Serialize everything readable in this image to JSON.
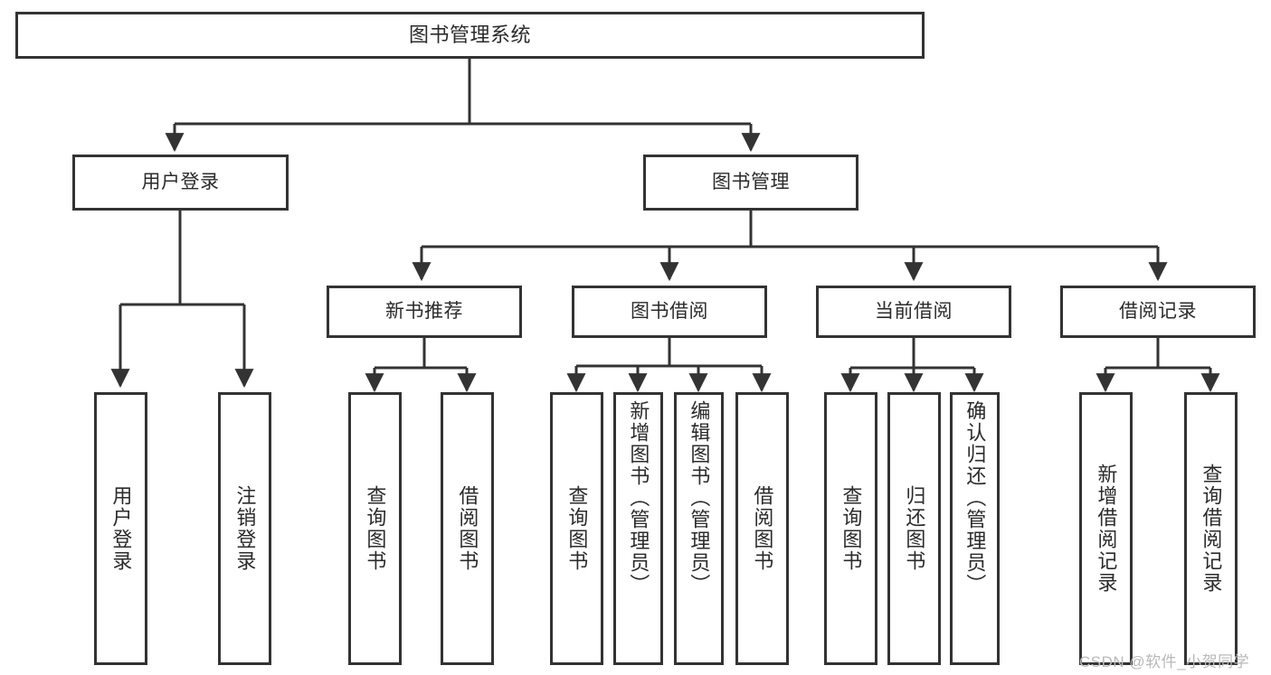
{
  "diagram": {
    "title": "图书管理系统",
    "type": "tree",
    "orientation": "top-down",
    "colors": {
      "background": "#ffffff",
      "box_border": "#333333",
      "box_fill": "#ffffff",
      "text": "#2b2b2b",
      "connector": "#333333",
      "watermark": "#b9b9b9"
    }
  },
  "nodes": {
    "root": {
      "label": "图书管理系统"
    },
    "level2": [
      {
        "label": "用户登录"
      },
      {
        "label": "图书管理"
      }
    ],
    "level3": [
      {
        "label": "新书推荐"
      },
      {
        "label": "图书借阅"
      },
      {
        "label": "当前借阅"
      },
      {
        "label": "借阅记录"
      }
    ],
    "leaves": [
      {
        "label": "用户登录",
        "parent": "用户登录"
      },
      {
        "label": "注销登录",
        "parent": "用户登录"
      },
      {
        "label": "查询图书",
        "parent": "新书推荐"
      },
      {
        "label": "借阅图书",
        "parent": "新书推荐"
      },
      {
        "label": "查询图书",
        "parent": "图书借阅"
      },
      {
        "label": "新增图书（管理员）",
        "parent": "图书借阅"
      },
      {
        "label": "编辑图书（管理员）",
        "parent": "图书借阅"
      },
      {
        "label": "借阅图书",
        "parent": "图书借阅"
      },
      {
        "label": "查询图书",
        "parent": "当前借阅"
      },
      {
        "label": "归还图书",
        "parent": "当前借阅"
      },
      {
        "label": "确认归还（管理员）",
        "parent": "当前借阅"
      },
      {
        "label": "新增借阅记录",
        "parent": "借阅记录"
      },
      {
        "label": "查询借阅记录",
        "parent": "借阅记录"
      }
    ]
  },
  "watermark": {
    "text": "CSDN @软件_小贺同学"
  }
}
